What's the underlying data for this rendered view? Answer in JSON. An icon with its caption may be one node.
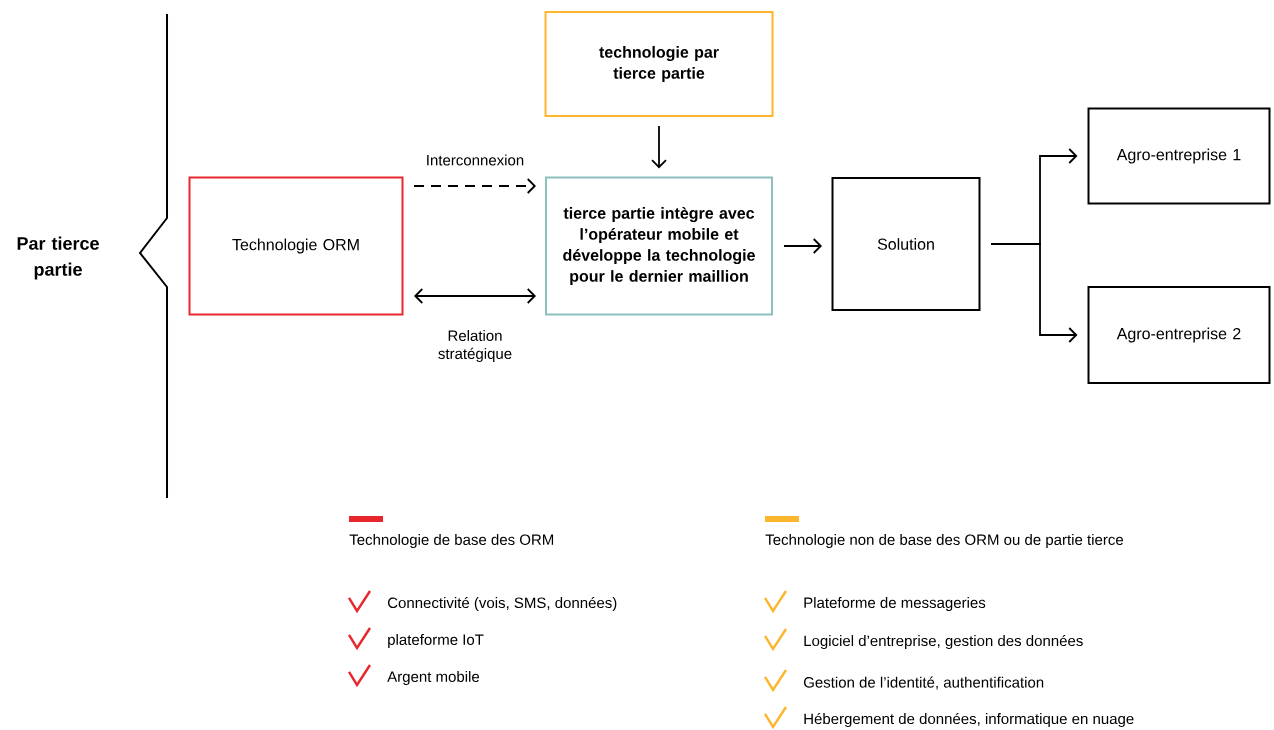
{
  "diagram": {
    "nodes": [
      {
        "text": [
          "Technologie ORM"
        ]
      },
      {
        "text": [
          "technologie par tierce partie"
        ]
      },
      {
        "text": [
          "tierce partie intègre avec l’opérateur mobile et développe la technologie pour le dernier maillion"
        ]
      },
      {
        "text": [
          "Solution"
        ]
      },
      {
        "text": [
          "Agro-entreprise 1"
        ]
      },
      {
        "text": [
          "Agro-entreprise 2"
        ]
      }
    ],
    "edges": [
      {
        "from": 0,
        "to": 2,
        "arrow": "to",
        "label": "Interconnexion",
        "style": "dashed"
      },
      {
        "from": 0,
        "to": 2,
        "arrow": "both",
        "label": "Relation stratégique"
      },
      {
        "from": 1,
        "to": 2,
        "arrow": "to"
      },
      {
        "from": 2,
        "to": 3,
        "arrow": "to"
      },
      {
        "from": 3,
        "to": 4,
        "arrow": "to"
      },
      {
        "from": 3,
        "to": 5,
        "arrow": "to"
      }
    ],
    "labels": [
      "Par tierce partie",
      "Connectivité (vois, SMS, données)",
      "plateforme IoT",
      "Argent mobile",
      "Plateforme de messageries",
      "Logiciel d’entreprise, gestion des données",
      "Gestion de l’identité, authentification",
      "Hébergement de données, informatique en nuage"
    ],
    "legend": [
      {
        "text": "Technologie de base des ORM",
        "color": "#e8262d"
      },
      {
        "text": "Technologie non de base des ORM ou de partie tierce",
        "color": "#fbb62e"
      }
    ]
  }
}
